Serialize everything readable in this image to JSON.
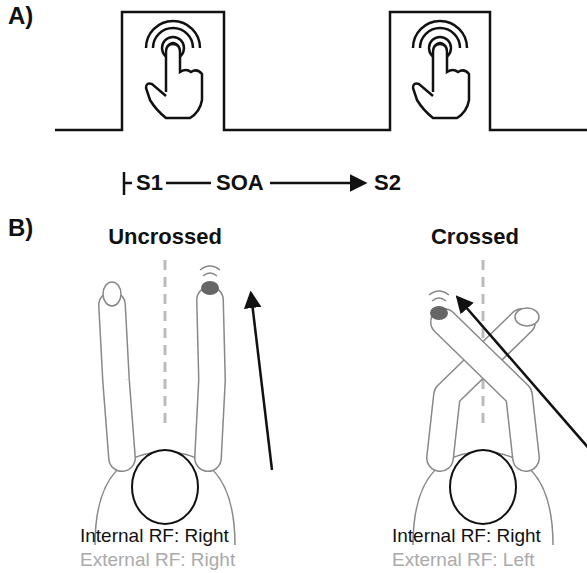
{
  "diagram": {
    "labels": [
      "A)",
      "S1",
      "SOA",
      "S2",
      "B)",
      "Uncrossed",
      "Crossed",
      "Internal RF: Right",
      "External RF: Right",
      "Internal RF: Right",
      "External RF: Left"
    ]
  }
}
